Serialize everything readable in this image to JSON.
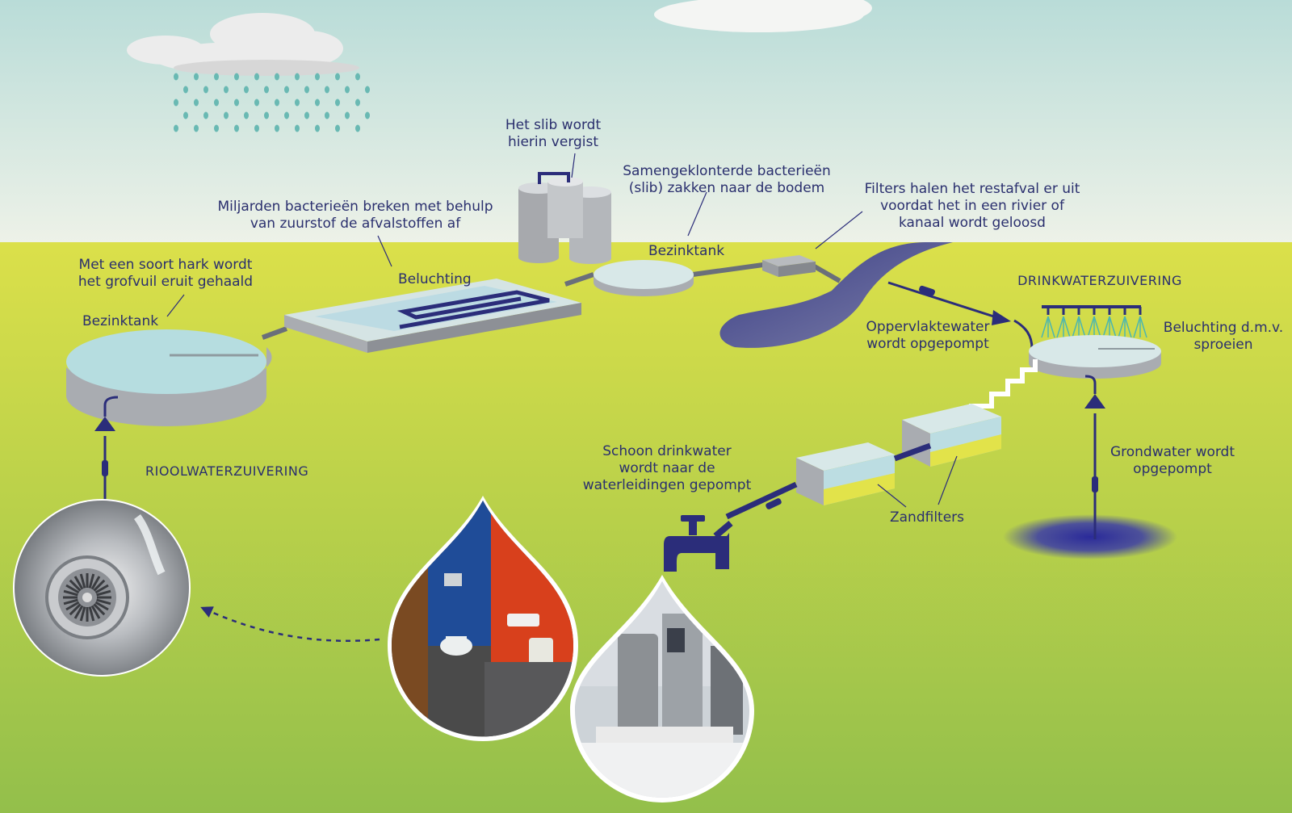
{
  "colors": {
    "sky_top": "#b9dcd8",
    "sky_bottom": "#eef2e8",
    "grass_top": "#dbe04a",
    "grass_bottom": "#93bf4b",
    "pipe": "#2b2d7a",
    "text": "#2a2f6e",
    "water": "#b6dde0",
    "tank_side": "#a9acb1",
    "sand": "#e2e34a",
    "rain": "#69b9b3"
  },
  "sewage": {
    "section_title": "RIOOLWATERZUIVERING",
    "settling_tank_label": "Bezinktank",
    "rake_text": [
      "Met een soort hark wordt",
      "het grofvuil eruit gehaald"
    ],
    "aeration_label": "Beluchting",
    "bacteria_text": [
      "Miljarden bacterieën breken met behulp",
      "van zuurstof de afvalstoffen af"
    ],
    "digester_text": [
      "Het slib wordt",
      "hierin vergist"
    ],
    "settling_tank2_label": "Bezinktank",
    "sludge_text": [
      "Samengeklonterde bacterieën",
      "(slib) zakken naar de bodem"
    ],
    "filters_text": [
      "Filters halen het restafval er uit",
      "voordat het in een rivier of",
      "kanaal wordt geloosd"
    ]
  },
  "drinking": {
    "section_title": "DRINKWATERZUIVERING",
    "surface_water_text": [
      "Oppervlaktewater",
      "wordt opgepompt"
    ],
    "aeration_text": [
      "Beluchting d.m.v.",
      "sproeien"
    ],
    "groundwater_text": [
      "Grondwater wordt",
      "opgepompt"
    ],
    "sand_filters_label": "Zandfilters",
    "clean_water_text": [
      "Schoon drinkwater",
      "wordt naar de",
      "waterleidingen gepompt"
    ]
  },
  "icons": [
    "rain-cloud-icon",
    "tap-icon",
    "sink-drain-photo",
    "toilet-room-photo",
    "coffee-machine-photo"
  ]
}
